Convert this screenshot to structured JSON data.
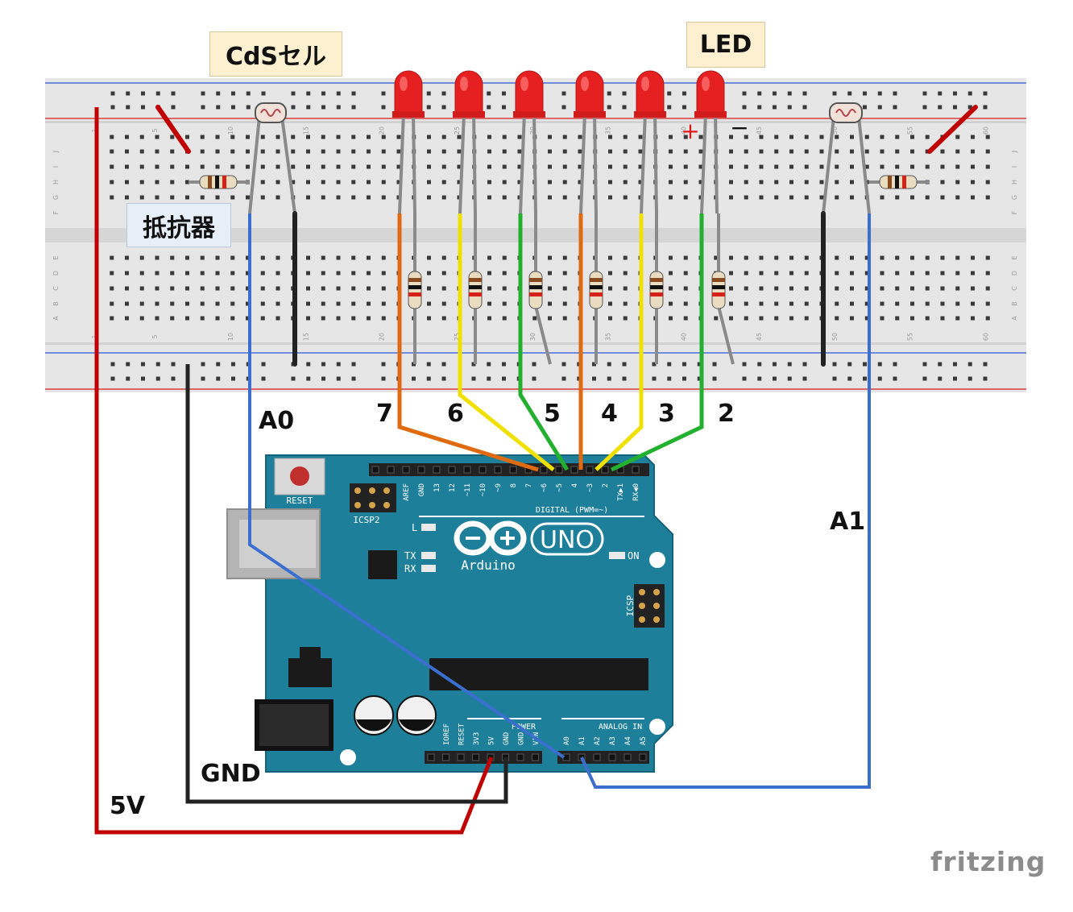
{
  "callouts": {
    "cds_cell": "CdSセル",
    "led": "LED",
    "resistor": "抵抗器"
  },
  "wire_labels": {
    "a0": "A0",
    "a1": "A1",
    "gnd": "GND",
    "v5": "5V",
    "polarity_plus": "+",
    "polarity_minus": "−"
  },
  "pin_numbers": [
    "7",
    "6",
    "5",
    "4",
    "3",
    "2"
  ],
  "breadboard": {
    "column_labels": [
      "1",
      "5",
      "10",
      "15",
      "20",
      "25",
      "30",
      "35",
      "40",
      "45",
      "50",
      "55",
      "60"
    ],
    "row_labels_top": [
      "J",
      "I",
      "H",
      "G",
      "F"
    ],
    "row_labels_bottom": [
      "E",
      "D",
      "C",
      "B",
      "A"
    ]
  },
  "board": {
    "reset_label": "RESET",
    "icsp2_label": "ICSP2",
    "icsp_label": "ICSP",
    "digital_label": "DIGITAL (PWM=~)",
    "digital_pins": [
      "AREF",
      "GND",
      "13",
      "12",
      "~11",
      "~10",
      "~9",
      "8",
      "7",
      "~6",
      "~5",
      "4",
      "~3",
      "2",
      "TX▶1",
      "RX◀0"
    ],
    "led_l": "L",
    "led_tx": "TX",
    "led_rx": "RX",
    "led_on": "ON",
    "uno_label": "UNO",
    "brand_label": "Arduino",
    "power_label": "POWER",
    "power_pins": [
      "IOREF",
      "RESET",
      "3V3",
      "5V",
      "GND",
      "GND",
      "VIN"
    ],
    "analog_label": "ANALOG IN",
    "analog_pins": [
      "A0",
      "A1",
      "A2",
      "A3",
      "A4",
      "A5"
    ]
  },
  "footer": {
    "brand": "fritzing"
  },
  "colors": {
    "wire_red": "#c00000",
    "wire_black": "#222222",
    "wire_blue": "#3a6fd0",
    "wire_orange": "#e06a10",
    "wire_yellow": "#f0e000",
    "wire_green": "#23b02e",
    "board": "#1d7f9a",
    "led": "#e62020",
    "breadboard": "#e9e9e9"
  },
  "wiring_note": ""
}
